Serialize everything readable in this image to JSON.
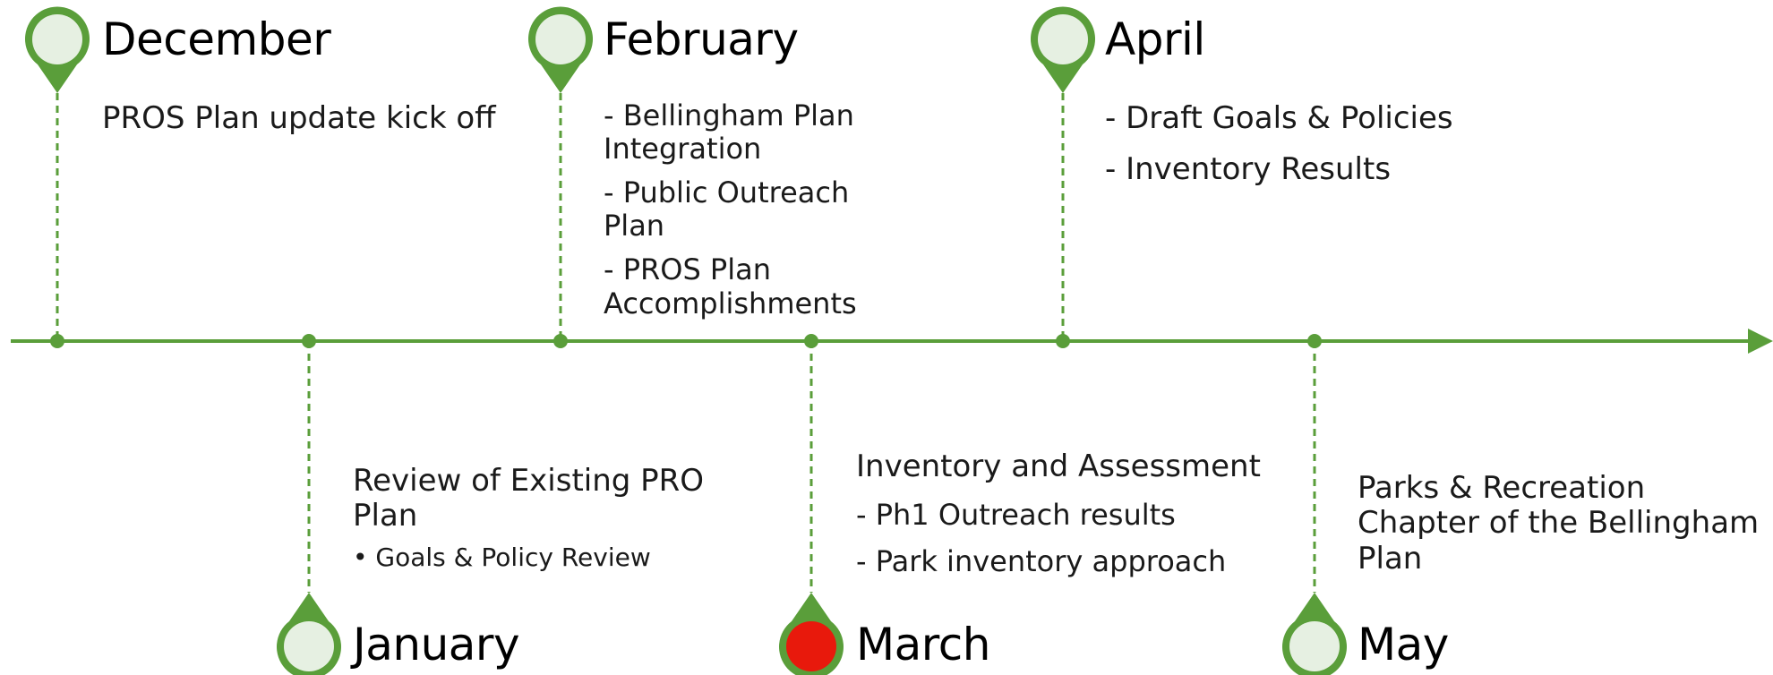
{
  "colors": {
    "accent": "#5a9e3a",
    "pin_fill": "#e6f0e2",
    "current_fill": "#e8190c"
  },
  "events": [
    {
      "id": "december",
      "month": "December",
      "position": "above",
      "current": false,
      "title": "PROS Plan update kick off",
      "items": []
    },
    {
      "id": "january",
      "month": "January",
      "position": "below",
      "current": false,
      "title": "Review of Existing PRO Plan",
      "items": [],
      "subitems": [
        "• Goals & Policy Review"
      ]
    },
    {
      "id": "february",
      "month": "February",
      "position": "above",
      "current": false,
      "title": "",
      "items": [
        "- Bellingham Plan Integration",
        "- Public Outreach Plan",
        "- PROS Plan Accomplishments"
      ]
    },
    {
      "id": "march",
      "month": "March",
      "position": "below",
      "current": true,
      "title": "Inventory and Assessment",
      "items": [
        "- Ph1 Outreach results",
        "- Park inventory approach"
      ]
    },
    {
      "id": "april",
      "month": "April",
      "position": "above",
      "current": false,
      "title": "",
      "items": [
        "- Draft Goals & Policies",
        "- Inventory Results"
      ]
    },
    {
      "id": "may",
      "month": "May",
      "position": "below",
      "current": false,
      "title": "Parks & Recreation Chapter of the Bellingham Plan",
      "items": []
    }
  ]
}
